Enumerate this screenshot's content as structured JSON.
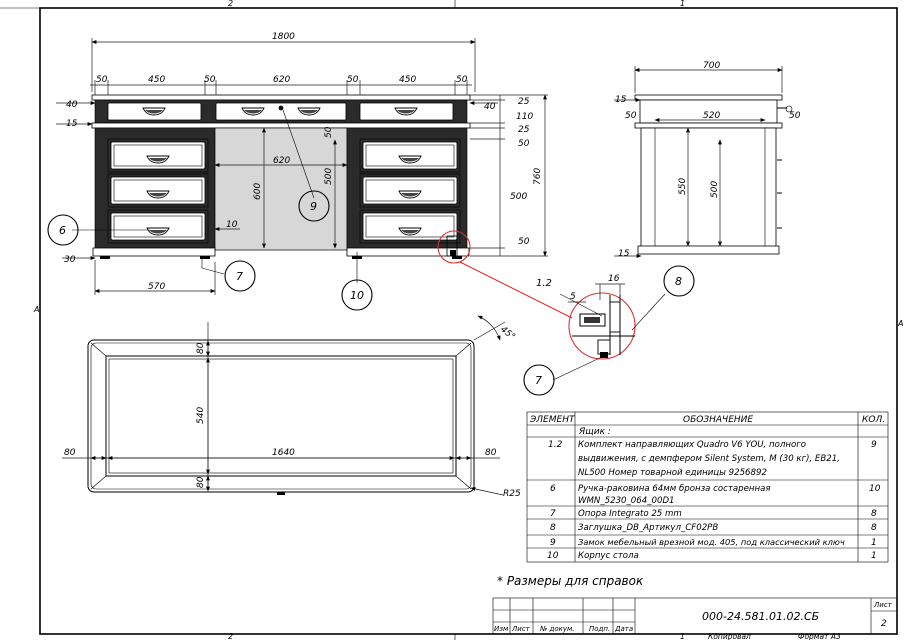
{
  "sheet": {
    "zone_top_left": "2",
    "zone_top_right": "1",
    "zone_bottom_left": "2",
    "zone_bottom_right": "1",
    "zone_side_left": "A",
    "zone_side_right": "A",
    "note": "* Размеры для справок"
  },
  "front_view": {
    "dim_total": "1800",
    "dims_top": [
      "50",
      "450",
      "50",
      "620",
      "50",
      "450",
      "50"
    ],
    "dims_right": [
      "25",
      "110",
      "25",
      "50",
      "500",
      "50"
    ],
    "dim_height": "760",
    "dim_left_top": "40",
    "dim_left_mid": "15",
    "dim_right_40": "40",
    "dim_knee_width": "620",
    "dim_knee_height": "600",
    "dim_knee_height2": "500",
    "dim_inner_50": "50",
    "dim_10": "10",
    "dim_30": "30",
    "dim_570": "570"
  },
  "side_view": {
    "dim_width": "700",
    "dim_inner": "520",
    "dim_15_top": "15",
    "dim_50_left": "50",
    "dim_50_right": "50",
    "dim_550": "550",
    "dim_500": "500",
    "dim_15_bottom": "15"
  },
  "detail_view": {
    "dim_1_2": "1.2",
    "dim_16": "16",
    "dim_5": "5"
  },
  "top_view": {
    "dim_80_top": "80",
    "dim_540": "540",
    "dim_80_left": "80",
    "dim_1640": "1640",
    "dim_80_right": "80",
    "dim_80_bottom": "80",
    "dim_r25": "R25",
    "dim_45": "45°"
  },
  "balloons": {
    "b6": "6",
    "b7": "7",
    "b9": "9",
    "b10": "10",
    "b8": "8",
    "b7_detail": "7"
  },
  "spec_table": {
    "headers": [
      "ЭЛЕМЕНТ",
      "ОБОЗНАЧЕНИЕ",
      "КОЛ."
    ],
    "section": "Ящик :",
    "rows": [
      {
        "el": "1.2",
        "desc1": "Комплект направляющих Quadro V6 YOU, полного",
        "desc2": "выдвижения, с демпфером Silent System, M (30 кг), EB21,",
        "desc3": "NL500 Номер товарной единицы 9256892",
        "qty": "9"
      },
      {
        "el": "6",
        "desc1": "Ручка-раковина 64мм бронза состаренная",
        "desc2": "WMN_5230_064_00D1",
        "desc3": "",
        "qty": "10"
      },
      {
        "el": "7",
        "desc1": "Опора Integrato 25 mm",
        "desc2": "",
        "desc3": "",
        "qty": "8"
      },
      {
        "el": "8",
        "desc1": "Заглушка_DB_Артикул_CF02PB",
        "desc2": "",
        "desc3": "",
        "qty": "8"
      },
      {
        "el": "9",
        "desc1": "Замок мебельный врезной мод. 405, под классический ключ",
        "desc2": "",
        "desc3": "",
        "qty": "1"
      },
      {
        "el": "10",
        "desc1": "Корпус стола",
        "desc2": "",
        "desc3": "",
        "qty": "1"
      }
    ]
  },
  "title_block": {
    "doc_number": "000-24.581.01.02.СБ",
    "sheet_label": "Лист",
    "sheet_no": "2",
    "cols": [
      "Изм",
      "Лист",
      "№ докум.",
      "Подп.",
      "Дата"
    ],
    "copied": "Копировал",
    "format": "Формат А3",
    "footer_zone": "1"
  }
}
